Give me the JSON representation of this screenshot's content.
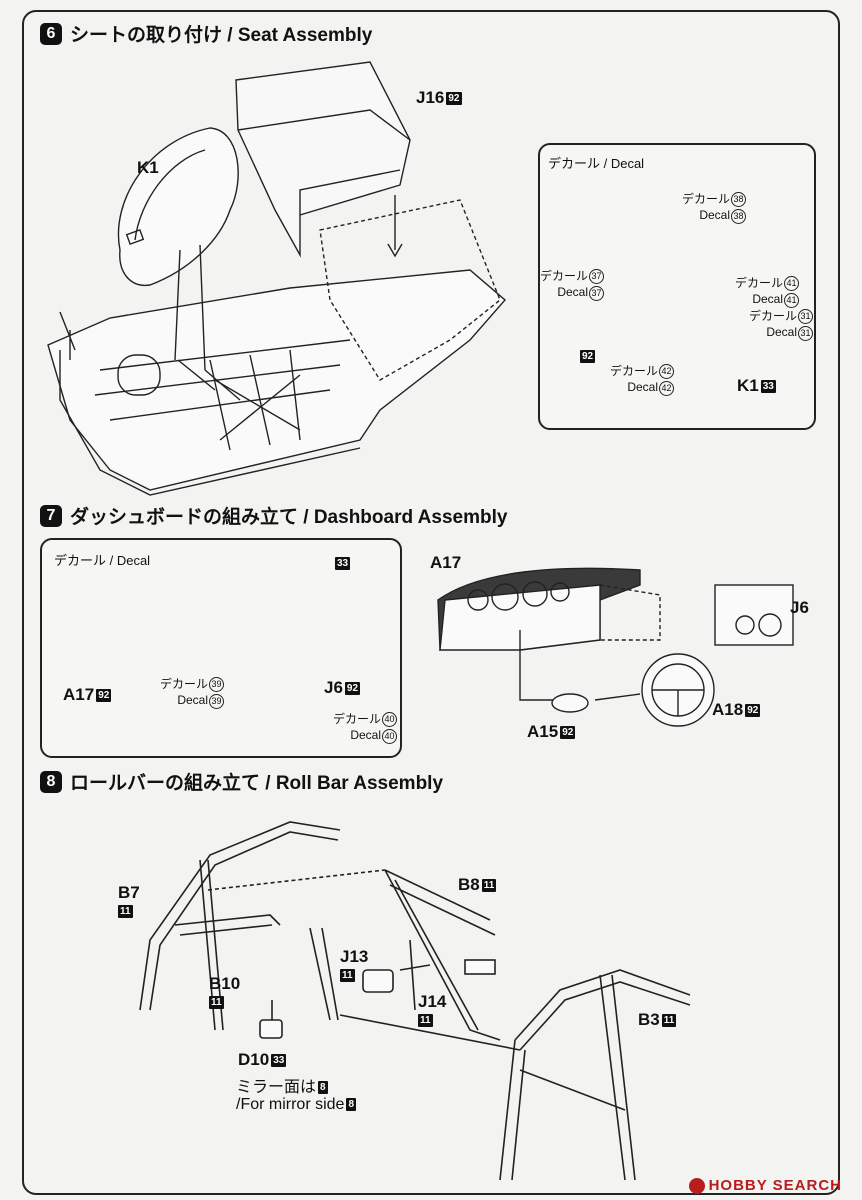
{
  "step6": {
    "num": "6",
    "title": "シートの取り付け / Seat Assembly",
    "k1": "K1",
    "j16": "J16",
    "j16_tag": "92",
    "decal_box": {
      "title": "デカール / Decal",
      "d38_jp": "デカール",
      "d38_n": "38",
      "d38_en": "Decal",
      "d37_jp": "デカール",
      "d37_n": "37",
      "d37_en": "Decal",
      "d41_jp": "デカール",
      "d41_n": "41",
      "d41_en": "Decal",
      "d31_jp": "デカール",
      "d31_n": "31",
      "d31_en": "Decal",
      "d42_jp": "デカール",
      "d42_n": "42",
      "d42_en": "Decal",
      "tag92": "92",
      "k1": "K1",
      "k1_tag": "33"
    }
  },
  "step7": {
    "num": "7",
    "title": "ダッシュボードの組み立て / Dashboard Assembly",
    "decal_box": {
      "title": "デカール / Decal",
      "tag33": "33",
      "a17": "A17",
      "a17_tag": "92",
      "d39_jp": "デカール",
      "d39_n": "39",
      "d39_en": "Decal",
      "j6": "J6",
      "j6_tag": "92",
      "d40_jp": "デカール",
      "d40_n": "40",
      "d40_en": "Decal"
    },
    "a17": "A17",
    "j6": "J6",
    "a15": "A15",
    "a15_tag": "92",
    "a18": "A18",
    "a18_tag": "92"
  },
  "step8": {
    "num": "8",
    "title": "ロールバーの組み立て / Roll Bar Assembly",
    "b7": "B7",
    "b7_tag": "11",
    "b8": "B8",
    "b8_tag": "11",
    "j13": "J13",
    "j13_tag": "11",
    "j14": "J14",
    "j14_tag": "11",
    "b10": "B10",
    "b10_tag": "11",
    "b3": "B3",
    "b3_tag": "11",
    "d10": "D10",
    "d10_tag": "33",
    "mirror_jp": "ミラー面は",
    "mirror_jp_tag": "8",
    "mirror_en": "/For mirror side",
    "mirror_en_tag": "8"
  },
  "watermark": "HOBBY SEARCH",
  "colors": {
    "ink": "#111111",
    "paper": "#f3f3f1",
    "watermark": "#b91c1c"
  }
}
